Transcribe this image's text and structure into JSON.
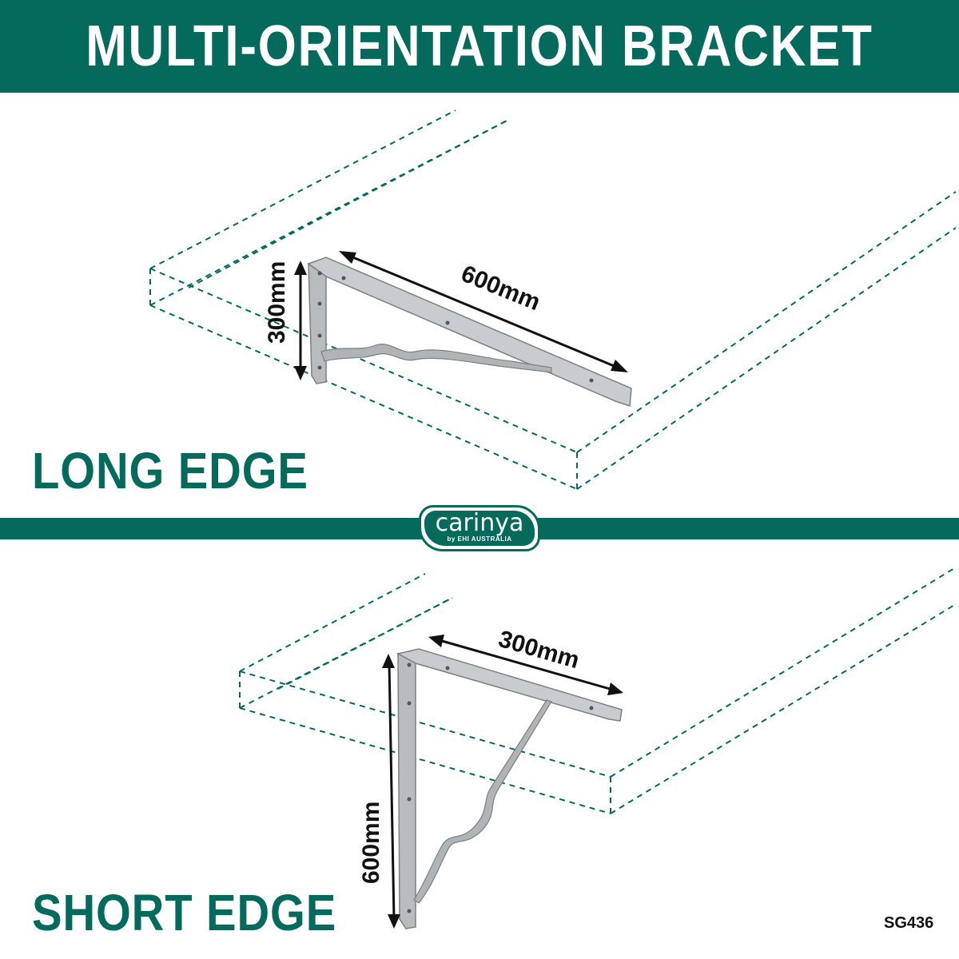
{
  "header": {
    "title": "MULTI-ORIENTATION BRACKET"
  },
  "long_edge": {
    "label": "LONG EDGE",
    "dim_long": "600mm",
    "dim_short": "300mm"
  },
  "short_edge": {
    "label": "SHORT EDGE",
    "dim_long": "600mm",
    "dim_short": "300mm"
  },
  "logo": {
    "name": "carinya",
    "sub": "by EHI AUSTRALIA"
  },
  "product_code": "SG436",
  "colors": {
    "brand": "#046a5c",
    "text": "#111111",
    "steel": "#c9ccce"
  }
}
